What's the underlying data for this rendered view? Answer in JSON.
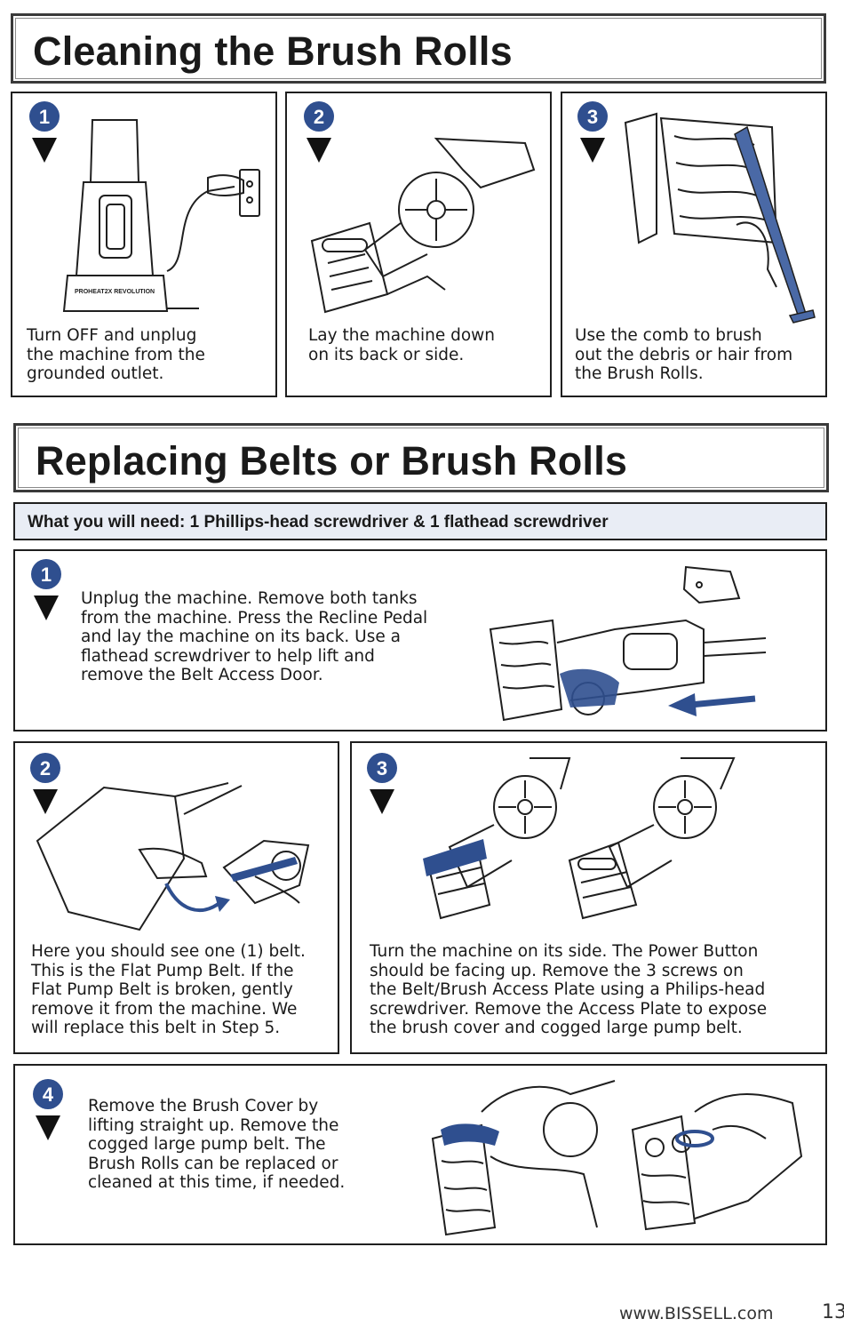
{
  "colors": {
    "accent_blue": "#2f4f8f",
    "border": "#1f1f1f",
    "needs_bg": "#e9edf5"
  },
  "section1": {
    "title": "Cleaning the Brush Rolls",
    "steps": [
      {
        "number": "1",
        "text": "Turn OFF and unplug\nthe machine from the\ngrounded outlet."
      },
      {
        "number": "2",
        "text": "Lay the machine down\non its back or side."
      },
      {
        "number": "3",
        "text": "Use the comb to brush\nout the debris or hair from\nthe Brush Rolls."
      }
    ]
  },
  "section2": {
    "title": "Replacing Belts or Brush Rolls",
    "needs": "What you will need: 1 Phillips-head screwdriver & 1 flathead screwdriver",
    "steps": [
      {
        "number": "1",
        "text": "Unplug the machine. Remove both tanks\nfrom the machine. Press the Recline Pedal\nand lay the machine on its back. Use a\nflathead screwdriver to help lift and\nremove the Belt Access Door."
      },
      {
        "number": "2",
        "text": "Here you should see one (1) belt.\nThis is the Flat Pump Belt. If the\nFlat Pump Belt is broken, gently\nremove it from the machine. We\nwill replace this belt in Step 5."
      },
      {
        "number": "3",
        "text": "Turn the machine on its side. The Power Button\nshould be facing up. Remove the 3 screws on\nthe Belt/Brush Access Plate using a Philips-head\nscrewdriver. Remove the Access Plate to expose\nthe brush cover and cogged large pump belt."
      },
      {
        "number": "4",
        "text": "Remove the Brush Cover by\nlifting straight up. Remove the\ncogged large pump belt. The\nBrush Rolls can be replaced or\ncleaned at this time, if needed."
      }
    ]
  },
  "illustration_text": {
    "brand_label": "PROHEAT2X\nREVOLUTION"
  },
  "footer": {
    "url": "www.BISSELL.com",
    "page_number": "13"
  }
}
